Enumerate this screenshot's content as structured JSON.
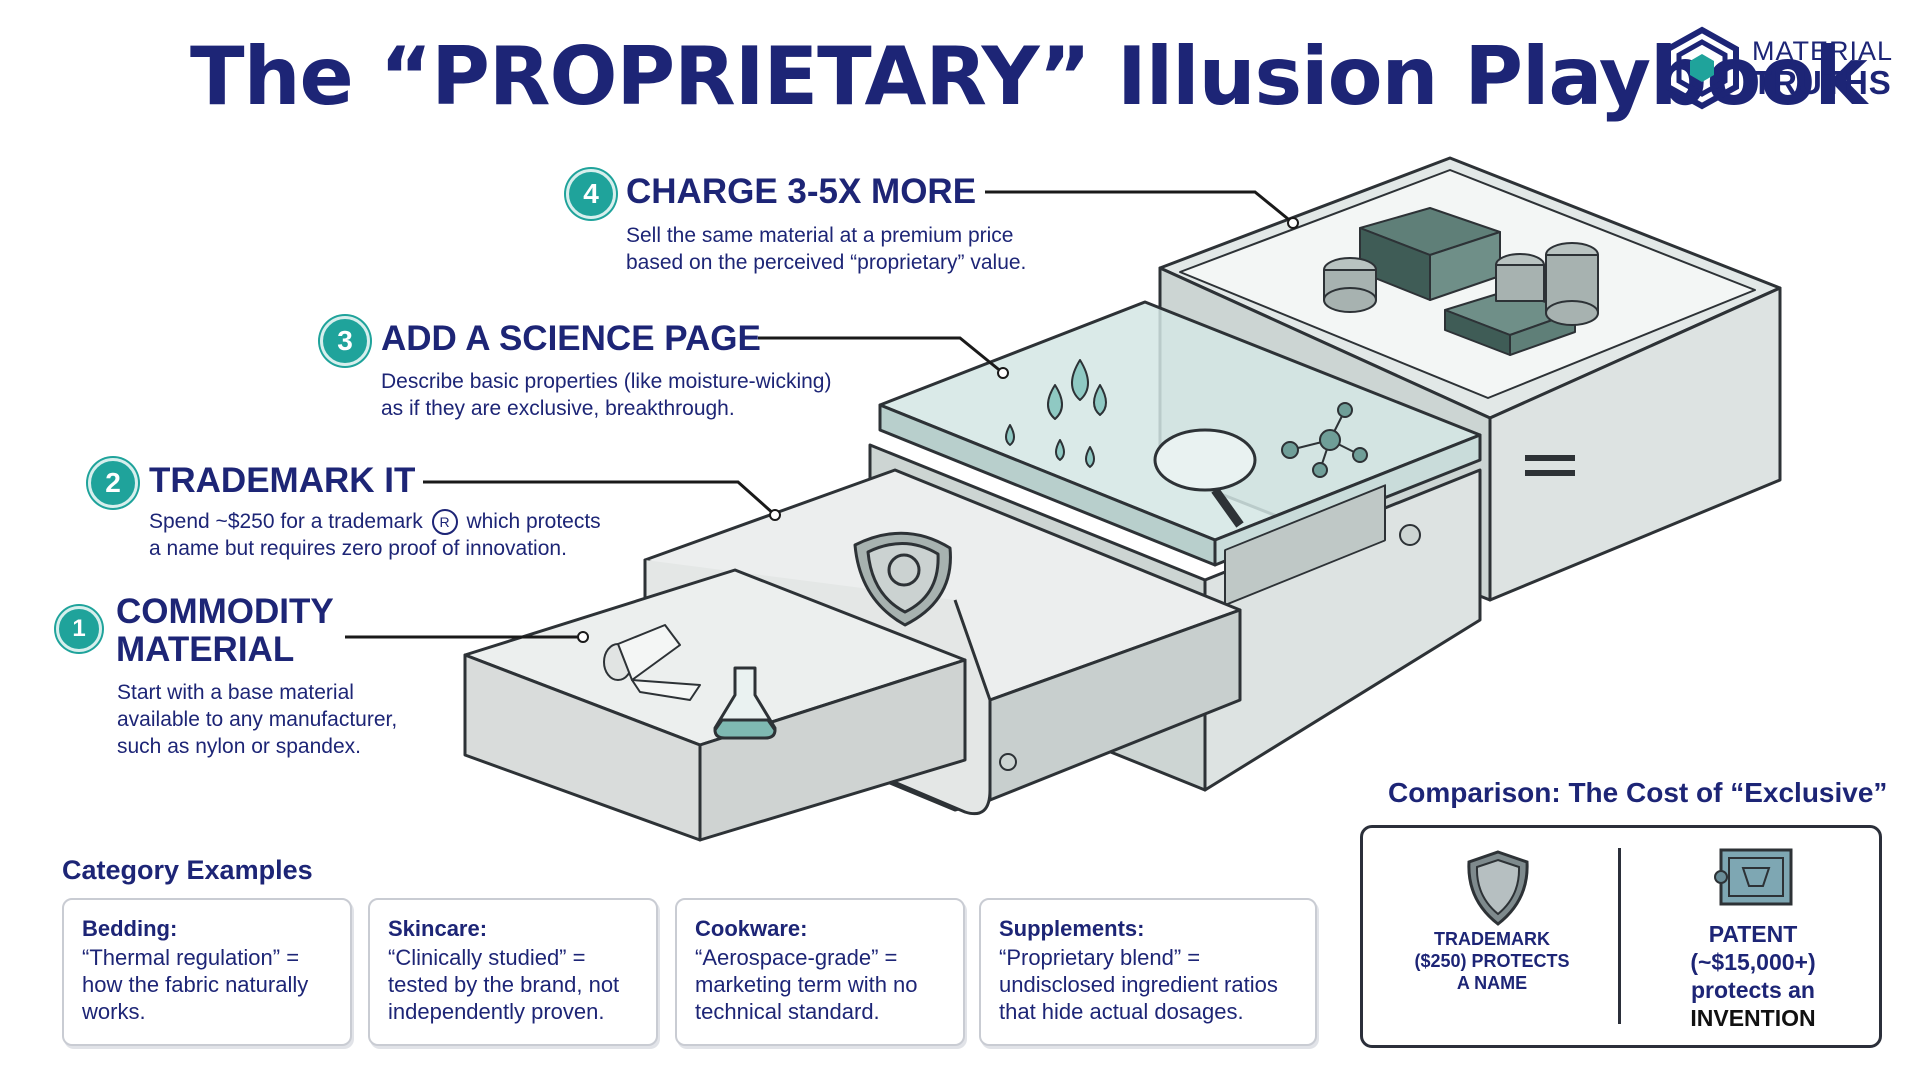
{
  "title": "The “PROPRIETARY” Illusion Playbook",
  "logo": {
    "line1": "MATERIAL",
    "line2": "TRUTHS",
    "icon": "hexagon-logo-icon"
  },
  "colors": {
    "navy": "#1d2576",
    "teal": "#1fa39b",
    "line": "#1a1a1a"
  },
  "steps": [
    {
      "number": "1",
      "heading_line1": "COMMODITY",
      "heading_line2": "MATERIAL",
      "desc_line1": "Start with a base material",
      "desc_line2": "available to any manufacturer,",
      "desc_line3": "such as nylon or spandex."
    },
    {
      "number": "2",
      "heading": "TRADEMARK IT",
      "desc_line1_pre": "Spend ~$250 for a trademark",
      "desc_line1_post": "which protects",
      "desc_line2": "a name but requires zero proof of innovation.",
      "registered_symbol": "R"
    },
    {
      "number": "3",
      "heading": "ADD A SCIENCE PAGE",
      "desc_line1": "Describe basic properties (like moisture-wicking)",
      "desc_line2": "as if they are exclusive, breakthrough."
    },
    {
      "number": "4",
      "heading": "CHARGE 3-5X MORE",
      "desc_line1": "Sell the same material at a premium price",
      "desc_line2": "based on the perceived “proprietary” value."
    }
  ],
  "category_examples": {
    "title": "Category Examples",
    "cards": [
      {
        "title": "Bedding:",
        "body": "“Thermal regulation” = how the fabric naturally works."
      },
      {
        "title": "Skincare:",
        "body": "“Clinically studied” = tested by the brand, not independently proven."
      },
      {
        "title": "Cookware:",
        "body": "“Aerospace-grade” = marketing term with no technical standard."
      },
      {
        "title": "Supplements:",
        "body": "“Proprietary blend” = undisclosed ingredient ratios that hide actual dosages."
      }
    ]
  },
  "comparison": {
    "title": "Comparison: The Cost of “Exclusive”",
    "trademark_line1": "TRADEMARK",
    "trademark_line2": "($250) PROTECTS",
    "trademark_line3": "A NAME",
    "patent_line1": "PATENT",
    "patent_line2": "(~$15,000+)",
    "patent_line3": "protects an",
    "patent_line4": "INVENTION"
  }
}
